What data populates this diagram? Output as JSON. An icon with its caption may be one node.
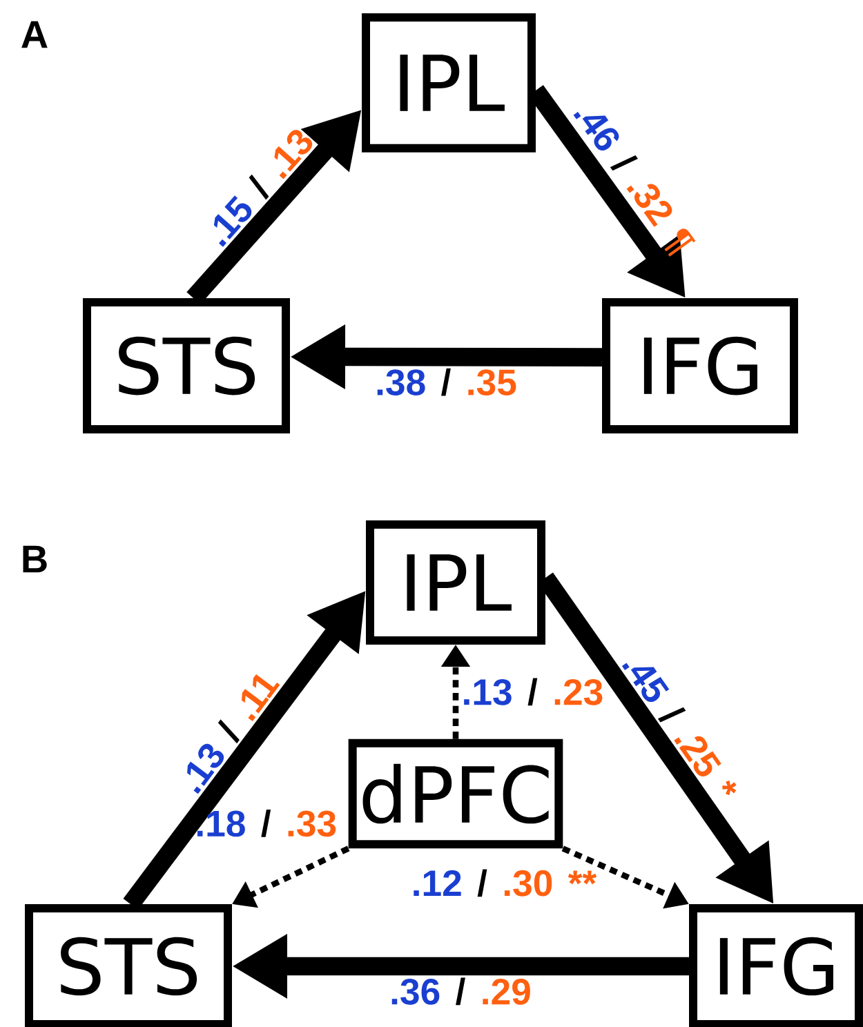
{
  "diagram": {
    "nodes": [
      {
        "text": [
          "IPL"
        ]
      },
      {
        "text": [
          "IFG"
        ]
      },
      {
        "text": [
          "STS"
        ]
      },
      {
        "text": [
          "IPL"
        ]
      },
      {
        "text": [
          "dPFC"
        ]
      },
      {
        "text": [
          "STS"
        ]
      },
      {
        "text": [
          "IFG"
        ]
      }
    ],
    "edges": [
      {
        "from": 2,
        "to": 0,
        "arrow": "to",
        "label": ".15 / .13"
      },
      {
        "from": 0,
        "to": 1,
        "arrow": "to",
        "label": ".46 / .32 ¶"
      },
      {
        "from": 1,
        "to": 2,
        "arrow": "to",
        "label": ".38 / .35"
      },
      {
        "from": 5,
        "to": 3,
        "arrow": "to",
        "label": ".13 / .11"
      },
      {
        "from": 3,
        "to": 6,
        "arrow": "to",
        "label": ".45 / .25 *"
      },
      {
        "from": 6,
        "to": 5,
        "arrow": "to",
        "label": ".36 / .29"
      },
      {
        "from": 4,
        "to": 3,
        "arrow": "to",
        "label": ".13 / .23",
        "style": "dashed"
      },
      {
        "from": 4,
        "to": 5,
        "arrow": "to",
        "label": ".18 / .33",
        "style": "dashed"
      },
      {
        "from": 4,
        "to": 6,
        "arrow": "to",
        "label": ".12 / .30 **",
        "style": "dashed"
      }
    ],
    "labels": [
      "A",
      "B"
    ]
  }
}
